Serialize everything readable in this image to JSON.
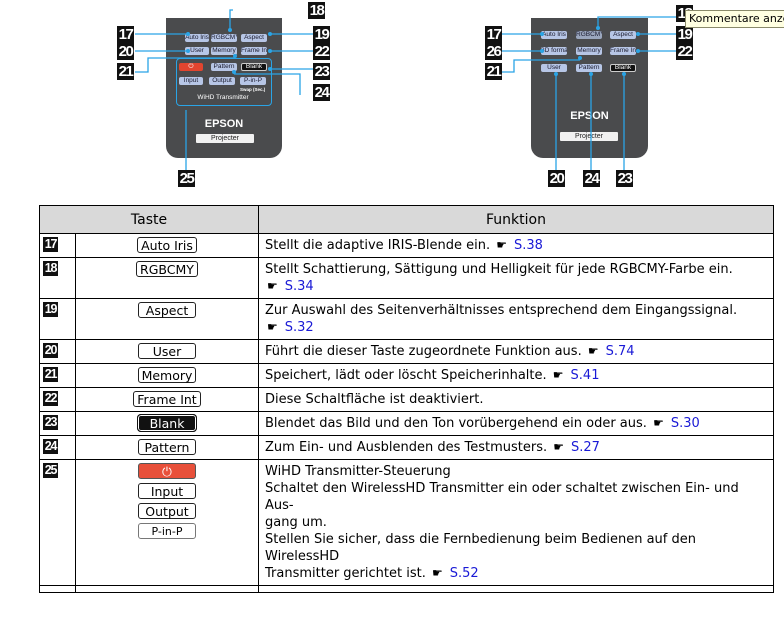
{
  "tooltip": {
    "text": "Kommentare anze"
  },
  "figures": {
    "left": {
      "brand": "EPSON",
      "plate": "Projecter",
      "group_label": "WiHD Transmitter",
      "swap_label": "Swap (Sec.)",
      "buttons": {
        "auto_iris": "Auto Iris",
        "rgbcmy": "RGBCMY",
        "aspect": "Aspect",
        "user": "User",
        "memory": "Memory",
        "frame_int": "Frame Int",
        "pattern": "Pattern",
        "blank": "Blank",
        "power": "⏻",
        "input": "Input",
        "output": "Output",
        "pinp": "P-in-P"
      },
      "callouts": [
        "17",
        "18",
        "19",
        "20",
        "21",
        "22",
        "23",
        "24",
        "25"
      ]
    },
    "right": {
      "brand": "EPSON",
      "plate": "Projecter",
      "buttons": {
        "auto_iris": "Auto Iris",
        "rgbcmy": "RGBCMY",
        "aspect": "Aspect",
        "format_3d": "3D format",
        "memory": "Memory",
        "frame_int": "Frame Int",
        "user": "User",
        "pattern": "Pattern",
        "blank": "Blank"
      },
      "callouts": [
        "17",
        "18",
        "19",
        "26",
        "21",
        "22",
        "20",
        "24",
        "23"
      ]
    }
  },
  "table": {
    "headers": {
      "key": "Taste",
      "function": "Funktion"
    },
    "rows": [
      {
        "num": "17",
        "keys": [
          "Auto Iris"
        ],
        "text": "Stellt die adaptive IRIS-Blende ein.",
        "ref": "S.38"
      },
      {
        "num": "18",
        "keys": [
          "RGBCMY"
        ],
        "text": "Stellt Schattierung, Sättigung und Helligkeit für jede RGBCMY-Farbe ein.",
        "ref": "S.34"
      },
      {
        "num": "19",
        "keys": [
          "Aspect"
        ],
        "text": "Zur Auswahl des Seitenverhältnisses entsprechend dem Eingangssignal.",
        "ref": "S.32"
      },
      {
        "num": "20",
        "keys": [
          "User"
        ],
        "text": "Führt die dieser Taste zugeordnete Funktion aus.",
        "ref": "S.74"
      },
      {
        "num": "21",
        "keys": [
          "Memory"
        ],
        "text": "Speichert, lädt oder löscht Speicherinhalte.",
        "ref": "S.41"
      },
      {
        "num": "22",
        "keys": [
          "Frame Int"
        ],
        "text": "Diese Schaltfläche ist deaktiviert.",
        "ref": ""
      },
      {
        "num": "23",
        "keys": [
          "Blank"
        ],
        "text": "Blendet das Bild und den Ton vorübergehend ein oder aus.",
        "ref": "S.30"
      },
      {
        "num": "24",
        "keys": [
          "Pattern"
        ],
        "text": "Zum Ein- und Ausblenden des Testmusters.",
        "ref": "S.27"
      },
      {
        "num": "25",
        "keys": [
          "⏻",
          "Input",
          "Output",
          "P-in-P"
        ],
        "lines": [
          "WiHD Transmitter-Steuerung",
          "Schaltet den WirelessHD Transmitter ein oder schaltet zwischen Ein- und Aus-",
          "gang um.",
          "Stellen Sie sicher, dass die Fernbedienung beim Bedienen auf den WirelessHD",
          "Transmitter gerichtet ist."
        ],
        "ref": "S.52"
      }
    ],
    "ref_icon": "pointing-hand-icon",
    "ref_glyph": "☛"
  },
  "colors": {
    "link": "#1a1ad6",
    "leader": "#2aa4e6",
    "header_bg": "#d9d9d9",
    "power_red": "#e8503a",
    "remote_body": "#4a4b4d"
  }
}
